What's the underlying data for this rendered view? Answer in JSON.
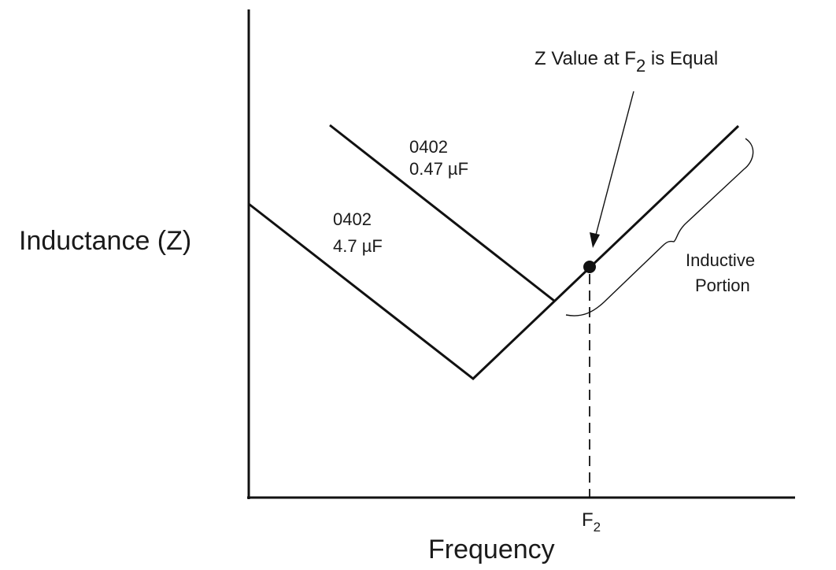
{
  "diagram": {
    "y_axis_label": "Inductance (Z)",
    "x_axis_label": "Frequency",
    "x_tick_label": {
      "base": "F",
      "sub": "2"
    },
    "annotation": {
      "prefix": "Z Value at F",
      "sub": "2",
      "suffix": " is Equal"
    },
    "curve_labels": [
      {
        "line1": "0402",
        "line2": "0.47 µF"
      },
      {
        "line1": "0402",
        "line2": "4.7 µF"
      }
    ],
    "inductive_label": {
      "line1": "Inductive",
      "line2": "Portion"
    }
  }
}
